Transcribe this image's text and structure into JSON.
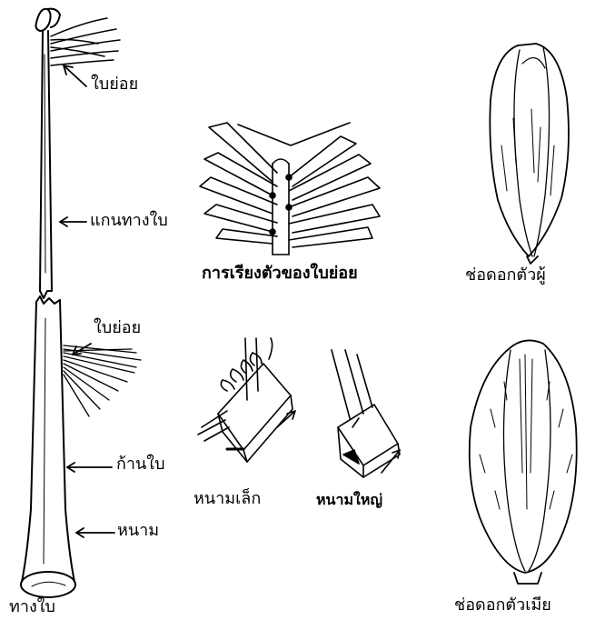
{
  "labels": {
    "leaflet_top": "ใบย่อย",
    "rachis": "แกนทางใบ",
    "leaflet_arrangement": "การเรียงตัวของใบย่อย",
    "leaflet_mid": "ใบย่อย",
    "petiole": "ก้านใบ",
    "spine": "หนาม",
    "frond": "ทางใบ",
    "small_spines": "หนามเล็ก",
    "large_spines": "หนามใหญ่",
    "male_inflorescence": "ช่อดอกตัวผู้",
    "female_inflorescence": "ช่อดอกตัวเมีย"
  }
}
